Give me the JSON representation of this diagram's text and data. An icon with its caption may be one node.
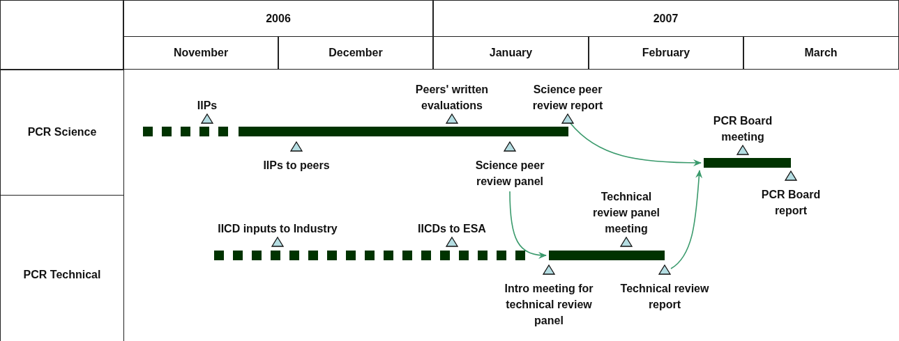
{
  "diagram": {
    "nodes": [
      {
        "text": [
          "IIPs"
        ]
      },
      {
        "text": [
          "Peers' written evaluations"
        ]
      },
      {
        "text": [
          "Science peer review report"
        ]
      },
      {
        "text": [],
        "shape": "bar"
      },
      {
        "text": [],
        "shape": "bar"
      },
      {
        "text": [
          "IIPs to peers"
        ]
      },
      {
        "text": [
          "Science peer review panel"
        ]
      },
      {
        "text": [
          "PCR Board meeting"
        ]
      },
      {
        "text": [],
        "shape": "bar"
      },
      {
        "text": [
          "PCR Board report"
        ]
      },
      {
        "text": [
          "Technical review panel meeting"
        ]
      },
      {
        "text": [
          "IICD inputs to Industry"
        ]
      },
      {
        "text": [
          "IICDs to ESA"
        ]
      },
      {
        "text": [],
        "shape": "bar"
      },
      {
        "text": [],
        "shape": "bar"
      },
      {
        "text": [
          "Intro meeting for technical review panel"
        ]
      },
      {
        "text": [
          "Technical review report"
        ]
      }
    ],
    "edges": [
      {
        "from": 2,
        "to": 8,
        "arrow": "to"
      },
      {
        "from": 6,
        "to": 14,
        "arrow": "to"
      },
      {
        "from": 16,
        "to": 8,
        "arrow": "to"
      }
    ],
    "labels": [
      "2006",
      "2007",
      "November",
      "December",
      "January",
      "February",
      "March",
      "PCR Science",
      "PCR Technical"
    ]
  }
}
